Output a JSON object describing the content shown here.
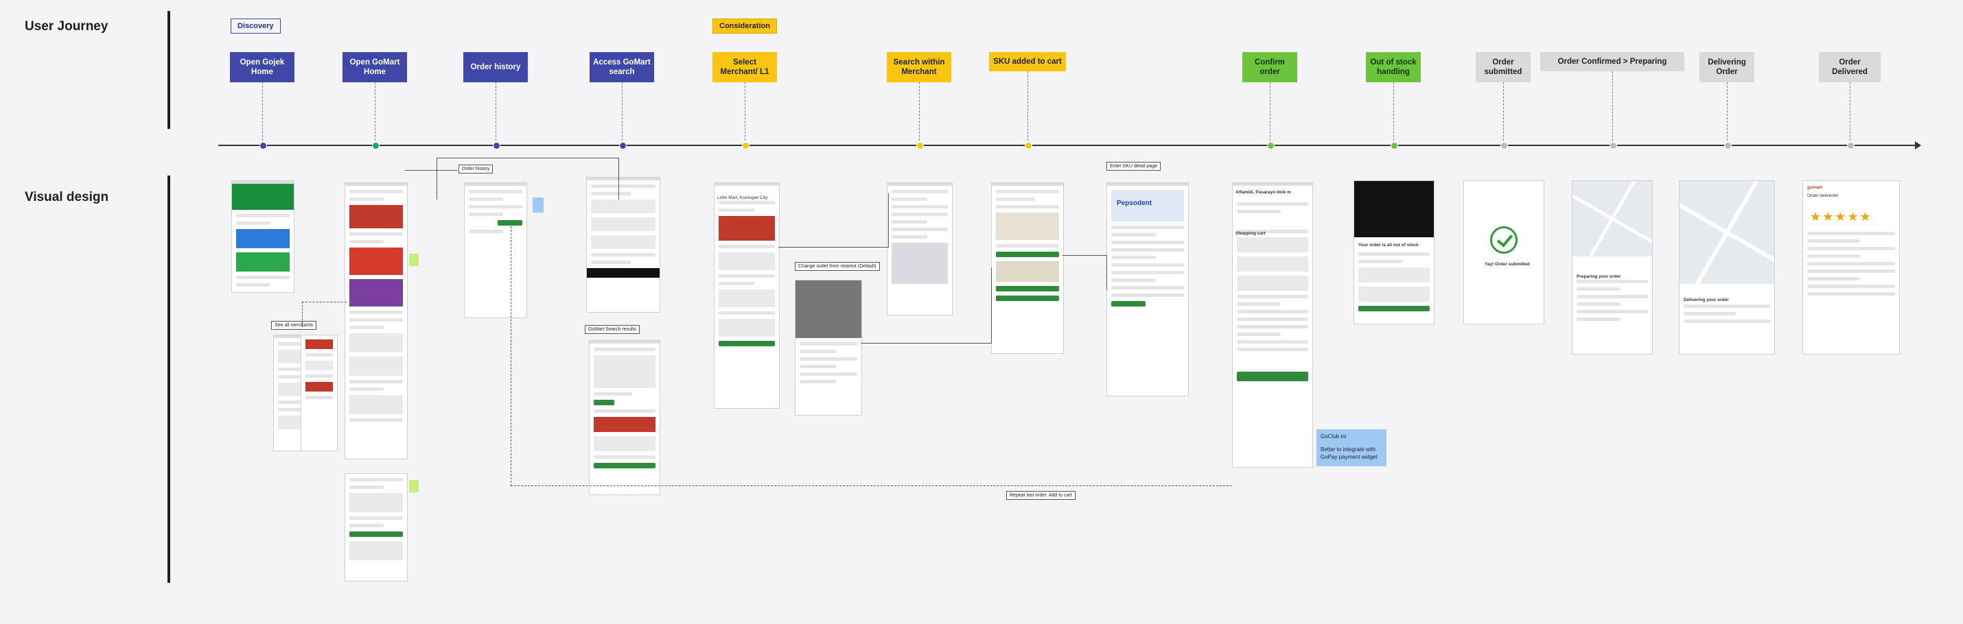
{
  "sections": {
    "user_journey": "User Journey",
    "visual_design": "Visual design"
  },
  "phases": {
    "discovery": "Discovery",
    "consideration": "Consideration"
  },
  "steps": [
    {
      "label": "Open Gojek Home",
      "color": "blue"
    },
    {
      "label": "Open GoMart Home",
      "color": "blue"
    },
    {
      "label": "Order history",
      "color": "blue"
    },
    {
      "label": "Access GoMart search",
      "color": "blue"
    },
    {
      "label": "Select Merchant/ L1",
      "color": "yellow"
    },
    {
      "label": "Search within Merchant",
      "color": "yellow"
    },
    {
      "label": "SKU added to cart",
      "color": "yellow"
    },
    {
      "label": "Confirm order",
      "color": "green"
    },
    {
      "label": "Out of stock handling",
      "color": "green"
    },
    {
      "label": "Order submitted",
      "color": "grey"
    },
    {
      "label": "Order Confirmed > Preparing",
      "color": "grey"
    },
    {
      "label": "Delivering Order",
      "color": "grey"
    },
    {
      "label": "Order Delivered",
      "color": "grey"
    }
  ],
  "notes": {
    "order_history": "Order history",
    "see_all_merchants": "See all merchants",
    "gosearch_results": "GoMart Search results",
    "change_outlet": "Change outlet from nearest (Default)",
    "enter_sku": "Enter SKU detail page",
    "repeat_last_order": "Repeat last order. Add to cart"
  },
  "sticky": {
    "title": "GoClub ini",
    "body": "Better to integrate with GoPay payment widget"
  },
  "screen_text": {
    "out_of_stock": "Your order is all out of stock",
    "order_submitted": "Yay! Order submitted",
    "delivering": "Delivering your order",
    "preparing": "Preparing your order",
    "gomart": "gomart",
    "order_delivered": "Order delivered",
    "shopping_cart": "Shopping cart",
    "merchant_title": "Lotte Mart, Kuningan City",
    "cart_merchant": "Alfamidi, Pasarayo blok m",
    "pepsodent": "Pepsodent"
  }
}
